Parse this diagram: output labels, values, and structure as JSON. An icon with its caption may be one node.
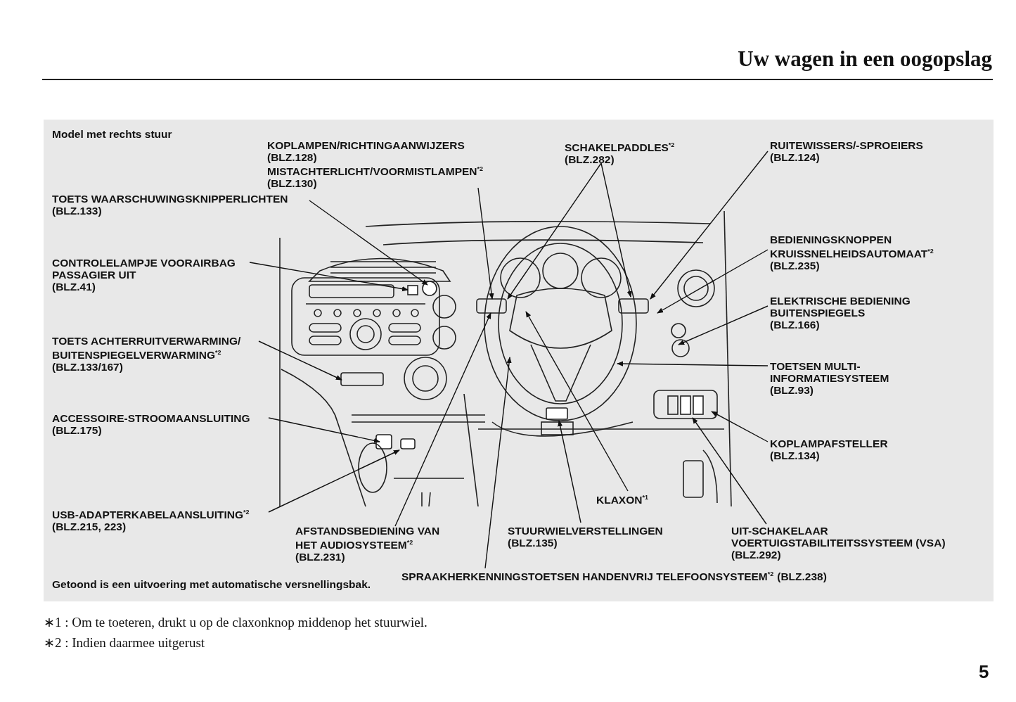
{
  "diagram": {
    "title": "Uw wagen in een oogopslag",
    "nodes": [
      {
        "text": [
          "KOPLAMPEN/RICHTINGAANWIJZERS",
          "(BLZ.128)",
          "MISTACHTERLICHT/VOORMISTLAMPEN$^{*2}$",
          "(BLZ.130)"
        ]
      },
      {
        "text": [
          "SCHAKELPADDLES$^{*2}$",
          "(BLZ.282)"
        ]
      },
      {
        "text": [
          "RUITEWISSERS/-SPROEIERS",
          "(BLZ.124)"
        ]
      },
      {
        "text": [
          "TOETS WAARSCHUWINGSKNIPPERLICHTEN",
          "(BLZ.133)"
        ]
      },
      {
        "text": [
          "CONTROLELAMPJE VOORAIRBAG PASSAGIER UIT",
          "(BLZ.41)"
        ]
      },
      {
        "text": [
          "BEDIENINGSKNOPPEN KRUISSNELHEIDSAUTOMAAT$^{*2}$",
          "(BLZ.235)"
        ]
      },
      {
        "text": [
          "ELEKTRISCHE BEDIENING BUITENSPIEGELS",
          "(BLZ.166)"
        ]
      },
      {
        "text": [
          "TOETS ACHTERRUITVERWARMING/ BUITENSPIEGELVERWARMING$^{*2}$",
          "(BLZ.133/167)"
        ]
      },
      {
        "text": [
          "TOETSEN MULTI-INFORMATIESYSTEEM",
          "(BLZ.93)"
        ]
      },
      {
        "text": [
          "ACCESSOIRE-STROOMAANSLUITING",
          "(BLZ.175)"
        ]
      },
      {
        "text": [
          "KOPLAMPAFSTELLER",
          "(BLZ.134)"
        ]
      },
      {
        "text": [
          "USB-ADAPTERKABELAANSLUITING$^{*2}$",
          "(BLZ.215, 223)"
        ]
      },
      {
        "text": [
          "KLAXON$^{*1}$"
        ]
      },
      {
        "text": [
          "AFSTANDSBEDIENING VAN HET AUDIOSYSTEEM$^{*2}$",
          "(BLZ.231)"
        ]
      },
      {
        "text": [
          "STUURWIELVERSTELLINGEN",
          "(BLZ.135)"
        ]
      },
      {
        "text": [
          "UIT-SCHAKELAAR VOERTUIGSTABILITEITSSYSTEEM (VSA)",
          "(BLZ.292)"
        ]
      },
      {
        "text": [
          "SPRAAKHERKENNINGSTOETSEN HANDENVRIJ TELEFOONSYSTEEM$^{*2}$",
          "(BLZ.238)"
        ]
      }
    ],
    "edges": [
      {
        "from": 0,
        "to": null,
        "arrow": "to"
      },
      {
        "from": 1,
        "to": null,
        "arrow": "to"
      },
      {
        "from": 1,
        "to": null,
        "arrow": "to"
      },
      {
        "from": 2,
        "to": null,
        "arrow": "to"
      },
      {
        "from": 3,
        "to": null,
        "arrow": "to"
      },
      {
        "from": 4,
        "to": null,
        "arrow": "to"
      },
      {
        "from": 5,
        "to": null,
        "arrow": "to"
      },
      {
        "from": 6,
        "to": null,
        "arrow": "to"
      },
      {
        "from": 7,
        "to": null,
        "arrow": "to"
      },
      {
        "from": 8,
        "to": null,
        "arrow": "to"
      },
      {
        "from": 9,
        "to": null,
        "arrow": "to"
      },
      {
        "from": 10,
        "to": null,
        "arrow": "to"
      },
      {
        "from": 11,
        "to": null,
        "arrow": "to"
      },
      {
        "from": 12,
        "to": null,
        "arrow": "to"
      },
      {
        "from": 13,
        "to": null,
        "arrow": "to"
      },
      {
        "from": 14,
        "to": null,
        "arrow": "to"
      },
      {
        "from": 15,
        "to": null,
        "arrow": "to"
      },
      {
        "from": 16,
        "to": null,
        "arrow": "to"
      }
    ],
    "labels": [
      "Model met rechts stuur",
      "Getoond is een uitvoering met automatische versnellingsbak.",
      "∗1 : Om te toeteren, drukt u op de claxonknop middenop het stuurwiel.",
      "∗2 : Indien daarmee uitgerust",
      "5"
    ]
  }
}
